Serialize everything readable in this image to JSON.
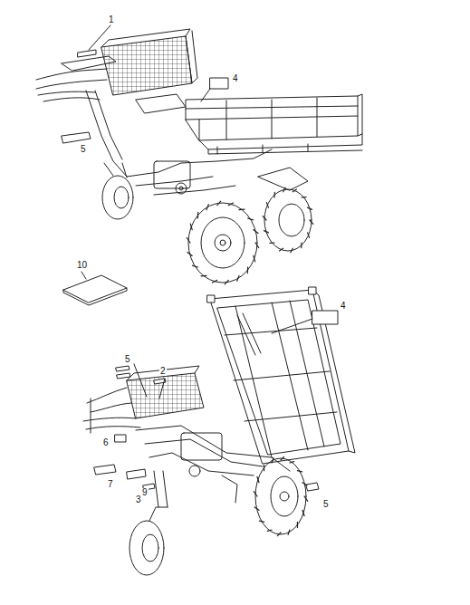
{
  "diagram": {
    "labels": [
      "1",
      "4",
      "5",
      "10",
      "4",
      "5",
      "2",
      "6",
      "7",
      "9",
      "3",
      "5"
    ]
  }
}
